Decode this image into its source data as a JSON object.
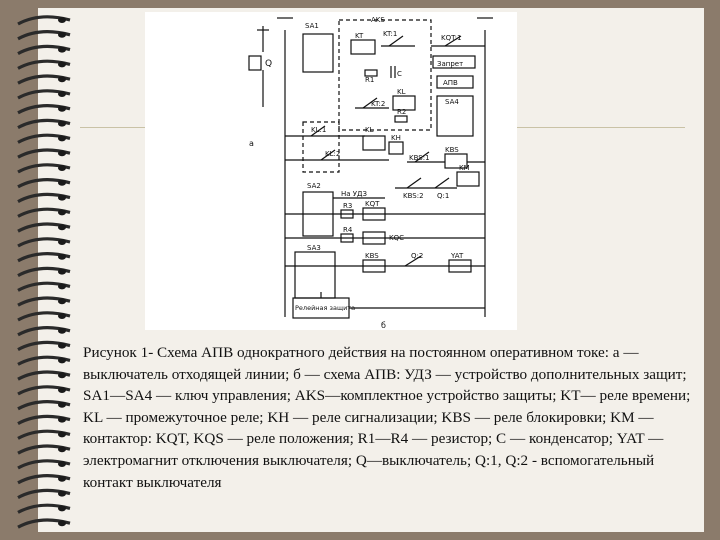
{
  "caption": "Рисунок 1- Схема АПВ однократного действия на постоянном оперативном токе: а — выключатель отходящей линии; б — схема АПВ: УДЗ — устройство дополнительных защит; SA1—SA4 — ключ управления; AKS—комплектное устройство защиты; KT— реле времени; KL — промежуточное реле; KH — реле сигнализации; KBS — реле блокировки; KM — контактор: KQT, KQS — реле положения; R1—R4 — резистор; C — конденсатор; YAT — электромагнит отключения выключателя; Q—выключатель; Q:1, Q:2 - вспомогательный контакт выключателя",
  "diagram": {
    "labels": {
      "aks": "AKS",
      "sa1": "SA1",
      "kt": "KT",
      "kt1": "KT:1",
      "kqt1": "KQT:1",
      "r1": "R1",
      "c": "C",
      "zapret": "Запрет",
      "apv": "АПВ",
      "kl": "KL",
      "sa4": "SA4",
      "kt2": "KT:2",
      "r2": "R2",
      "kl1": "KL:1",
      "kl_coil": "KL",
      "kh": "KH",
      "kl2": "KL:2",
      "kbs1": "KBS:1",
      "kbs": "KBS",
      "sa2": "SA2",
      "udz": "На УДЗ",
      "km": "KM",
      "kbs2": "KBS:2",
      "q1": "Q:1",
      "r3": "R3",
      "kqt": "KQT",
      "r4": "R4",
      "kqc": "KQC",
      "sa3": "SA3",
      "kbs_bot": "KBS",
      "q2": "Q:2",
      "yat": "YAT",
      "relay_protection": "Релейная защита",
      "q": "Q",
      "mark_a": "а",
      "mark_b": "б"
    }
  }
}
